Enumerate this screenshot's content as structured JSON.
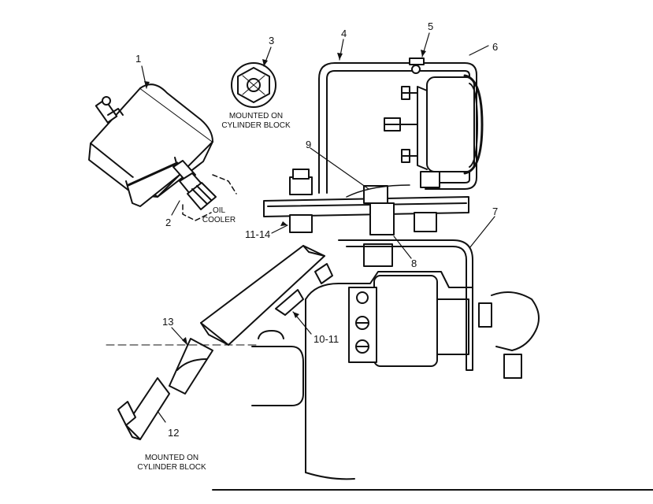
{
  "callouts": {
    "c1": "1",
    "c2": "2",
    "c3": "3",
    "c4": "4",
    "c5": "5",
    "c6": "6",
    "c7": "7",
    "c8": "8",
    "c9": "9",
    "c10_11": "10-11",
    "c11_14": "11-14",
    "c12": "12",
    "c13": "13"
  },
  "captions": {
    "top_line1": "MOUNTED ON",
    "top_line2": "CYLINDER BLOCK",
    "oil_line1": "OIL",
    "oil_line2": "COOLER",
    "bottom_line1": "MOUNTED ON",
    "bottom_line2": "CYLINDER BLOCK"
  }
}
